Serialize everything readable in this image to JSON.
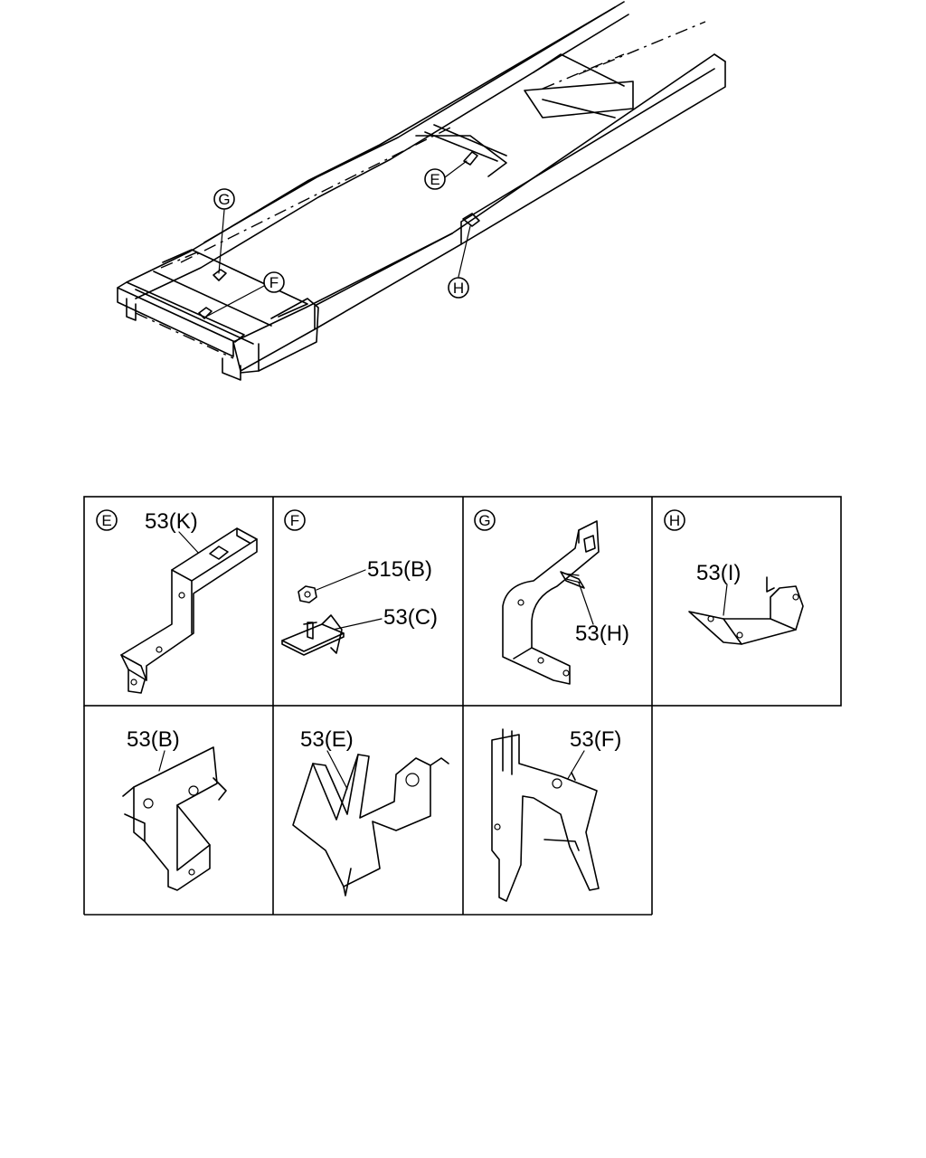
{
  "overview": {
    "callouts": {
      "g": "G",
      "e": "E",
      "f": "F",
      "h": "H"
    }
  },
  "panels": [
    {
      "id": "E",
      "letter": "E",
      "part": "53(K)"
    },
    {
      "id": "F",
      "letter": "F",
      "part": "515(B)",
      "part2": "53(C)"
    },
    {
      "id": "G",
      "letter": "G",
      "part": "53(H)"
    },
    {
      "id": "H",
      "letter": "H",
      "part": "53(I)"
    },
    {
      "id": "B",
      "part": "53(B)"
    },
    {
      "id": "Epart",
      "part": "53(E)"
    },
    {
      "id": "Fpart",
      "part": "53(F)"
    }
  ]
}
